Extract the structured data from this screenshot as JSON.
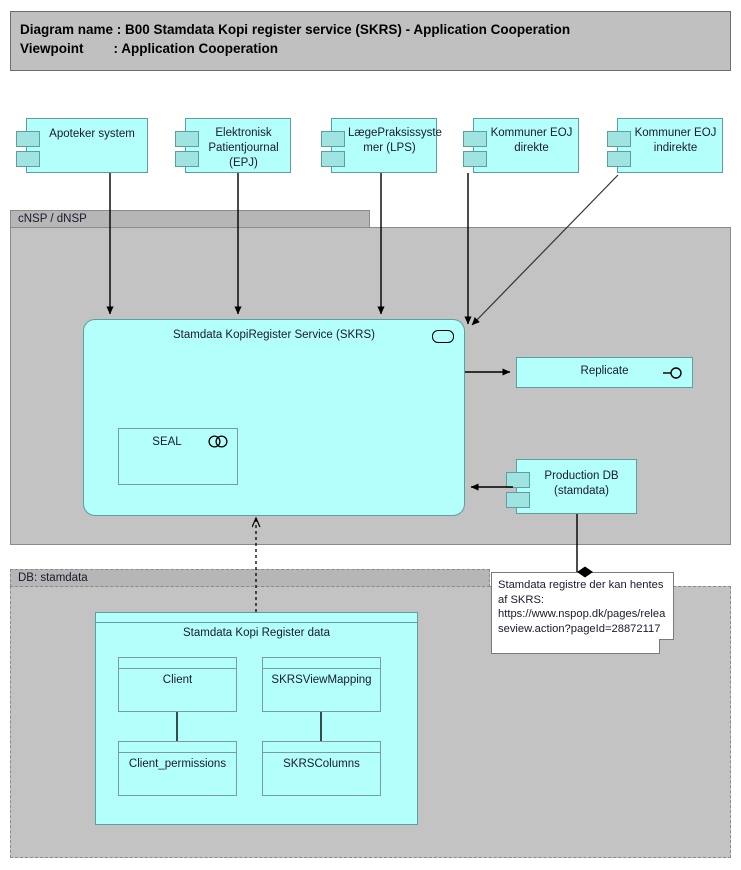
{
  "header": {
    "line1": "Diagram name : B00 Stamdata Kopi register service (SKRS) - Application Cooperation",
    "line2": "Viewpoint        : Application Cooperation",
    "diagram_name_label": "Diagram name",
    "diagram_name_value": "B00 Stamdata Kopi register service (SKRS) - Application Cooperation",
    "viewpoint_label": "Viewpoint",
    "viewpoint_value": "Application Cooperation"
  },
  "groups": {
    "cnsp": {
      "label": "cNSP / dNSP"
    },
    "db": {
      "label": "DB: stamdata"
    }
  },
  "actors": [
    {
      "id": "apoteker",
      "label": "Apoteker system"
    },
    {
      "id": "epj",
      "label": "Elektronisk Patientjournal (EPJ)"
    },
    {
      "id": "lps",
      "label": "LægePraksissyste mer (LPS)"
    },
    {
      "id": "eoj_direkte",
      "label": "Kommuner EOJ direkte"
    },
    {
      "id": "eoj_indirekte",
      "label": "Kommuner EOJ indirekte"
    }
  ],
  "service": {
    "label": "Stamdata KopiRegister Service (SKRS)",
    "icon": "application-service-icon",
    "child": {
      "label": "SEAL",
      "icon": "application-collaboration-icon"
    }
  },
  "replicate": {
    "label": "Replicate",
    "icon": "provided-interface-icon"
  },
  "production_db": {
    "label": "Production DB (stamdata)"
  },
  "data_container": {
    "label": "Stamdata Kopi Register data"
  },
  "entities": [
    {
      "id": "client",
      "label": "Client"
    },
    {
      "id": "viewmapping",
      "label": "SKRSViewMapping"
    },
    {
      "id": "clientperm",
      "label": "Client_permissions"
    },
    {
      "id": "skrscolumns",
      "label": "SKRSColumns"
    }
  ],
  "note": {
    "text": "Stamdata registre der kan hentes af SKRS: https://www.nspop.dk/pages/releaseview.action?pageId=28872117"
  },
  "colors": {
    "element_fill": "#b2fffc",
    "element_stroke": "#5f9ea0",
    "group_fill": "#c3c3c3",
    "group_tab": "#b6b6b6",
    "banner_fill": "#c0c0c0",
    "note_fill": "#ffffff",
    "line": "#000000"
  }
}
